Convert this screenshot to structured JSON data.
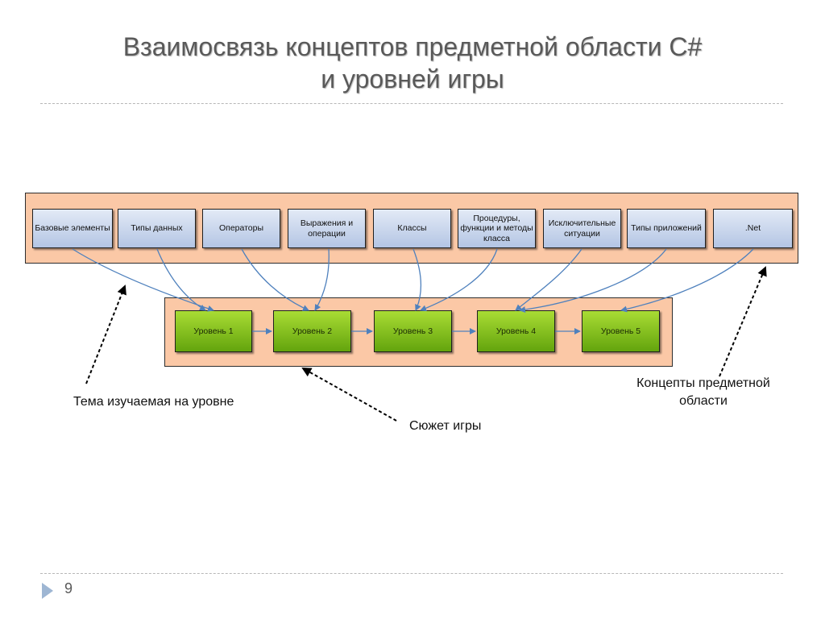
{
  "slide": {
    "title_line1": "Взаимосвязь концептов предметной области C#",
    "title_line2": "и уровней игры",
    "page_number": "9"
  },
  "concepts": [
    {
      "label": "Базовые элементы"
    },
    {
      "label": "Типы данных"
    },
    {
      "label": "Операторы"
    },
    {
      "label": "Выражения и операции"
    },
    {
      "label": "Классы"
    },
    {
      "label": "Процедуры, функции и методы класса"
    },
    {
      "label": "Исключительные ситуации"
    },
    {
      "label": "Типы приложений"
    },
    {
      "label": ".Net"
    }
  ],
  "levels": [
    {
      "label": "Уровень 1"
    },
    {
      "label": "Уровень 2"
    },
    {
      "label": "Уровень 3"
    },
    {
      "label": "Уровень 4"
    },
    {
      "label": "Уровень 5"
    }
  ],
  "annotations": {
    "topic": "Тема изучаемая на уровне",
    "plot": "Сюжет игры",
    "concepts": "Концепты предметной области"
  },
  "colors": {
    "panel_fill": "#fbc8a6",
    "concept_box": "#c6d4ec",
    "level_box": "#86c21f",
    "arrow": "#4f81bd"
  }
}
